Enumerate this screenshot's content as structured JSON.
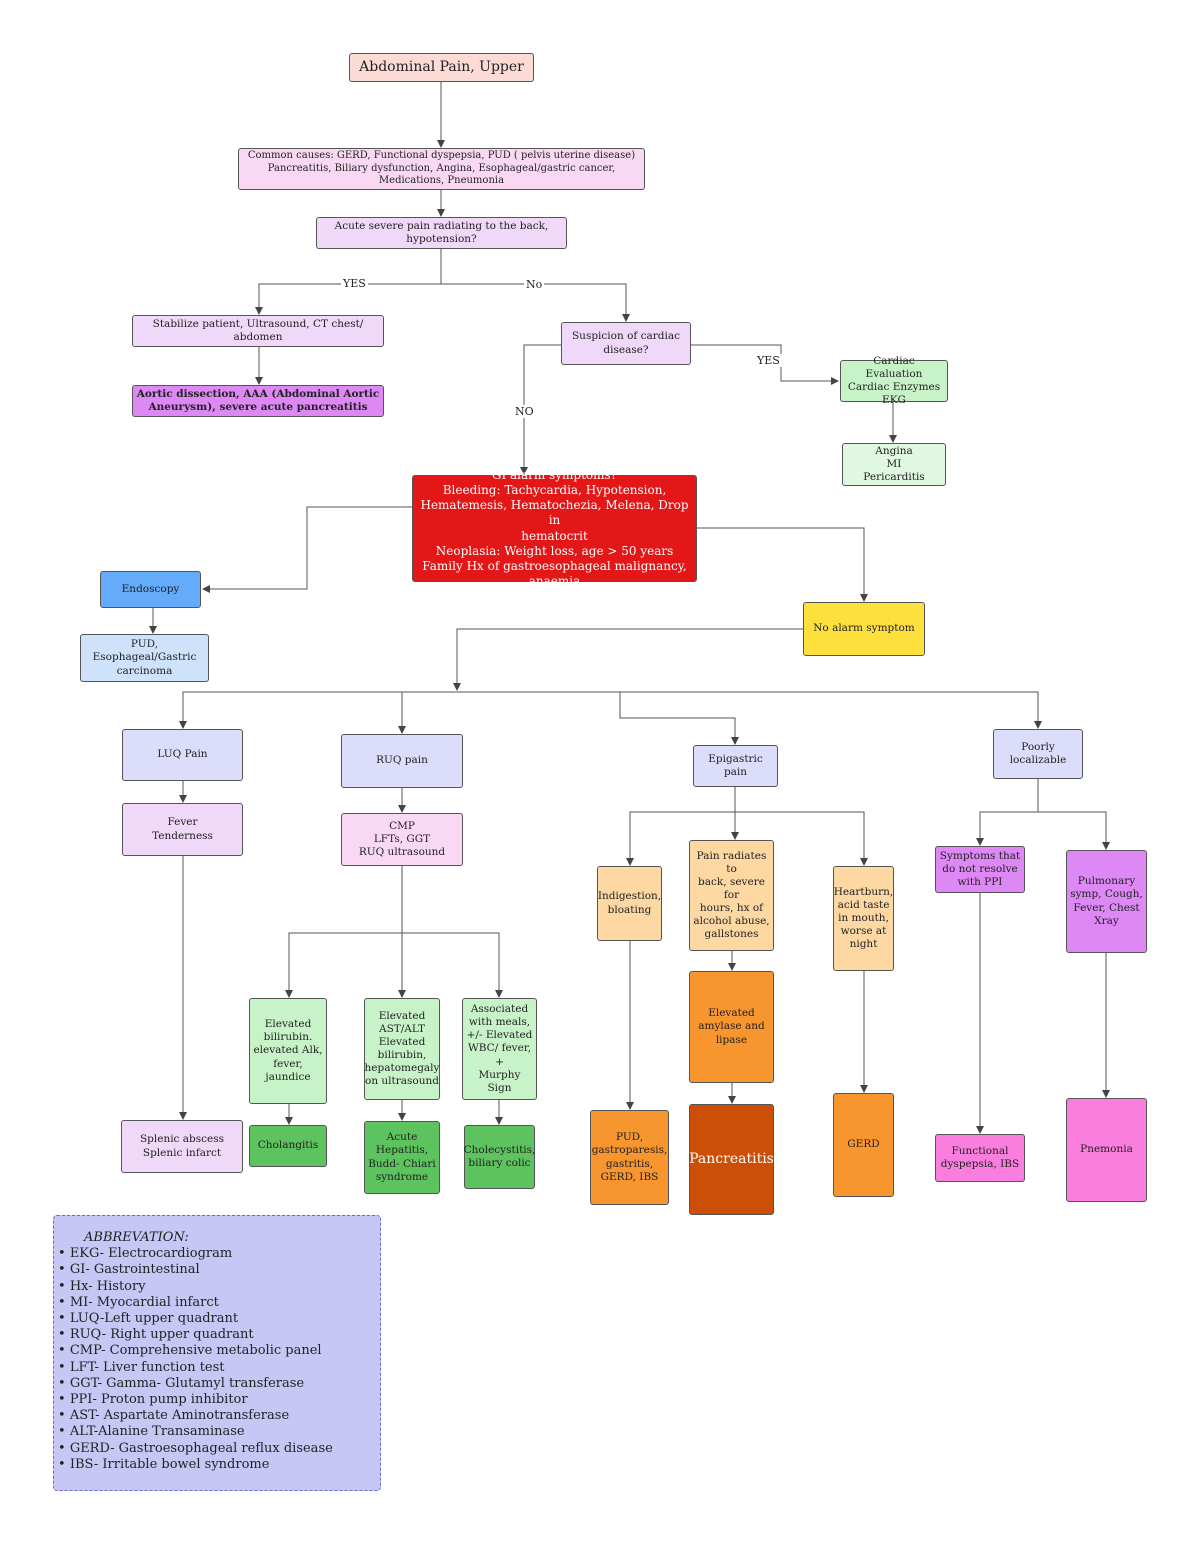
{
  "colors": {
    "pink_light": "#fcdad6",
    "pink": "#f9d8f4",
    "lavender": "#efd8f8",
    "purple": "#dd88f5",
    "green_light": "#c8f3c9",
    "green_pale": "#e0f7e0",
    "red": "#e31717",
    "blue": "#64abf9",
    "blue_light": "#cfe2fb",
    "yellow": "#fee03d",
    "periwinkle": "#dcdcfb",
    "green": "#5cc35e",
    "peach": "#fdd8a3",
    "orange": "#f7952f",
    "dark_orange": "#cc4f08",
    "magenta": "#f97edd",
    "abbr_bg": "#c7c7f6"
  },
  "nodes": {
    "root": "Abdominal Pain, Upper",
    "causes": "Common causes: GERD, Functional dyspepsia,  PUD ( pelvis uterine disease)\nPancreatitis,  Biliary dysfunction, Angina,  Esophageal/gastric cancer,\nMedications,  Pneumonia",
    "acute": "Acute severe pain radiating to the back,\nhypotension?",
    "stabilize": "Stabilize patient, Ultrasound, CT chest/ abdomen",
    "aortic": "Aortic dissection, AAA (Abdominal Aortic\nAneurysm), severe acute pancreatitis",
    "cardiac_q": "Suspicion of cardiac\ndisease?",
    "cardiac_eval": "Cardiac Evaluation\nCardiac Enzymes\nEKG",
    "angina": "Angina\nMI\nPericarditis",
    "gi_alarm": "GI alarm symptoms?\nBleeding:  Tachycardia,  Hypotension,\nHematemesis, Hematochezia, Melena, Drop in\nhematocrit\nNeoplasia: Weight loss,  age > 50 years\nFamily Hx of gastroesophageal  malignancy,\nanaemia",
    "endoscopy": "Endoscopy",
    "pud_carcinoma": "PUD,\nEsophageal/Gastric\ncarcinoma",
    "no_alarm": "No  alarm symptom",
    "luq": "LUQ Pain",
    "ruq": "RUQ pain",
    "epigastric": "Epigastric pain",
    "poorly": "Poorly localizable",
    "fever": "Fever\nTenderness",
    "cmp": "CMP\nLFTs, GGT\nRUQ ultrasound",
    "splenic": "Splenic abscess\nSplenic infarct",
    "elev_bili": "Elevated\nbilirubin.\nelevated Alk,\nfever, jaundice",
    "elev_ast": "Elevated\nAST/ALT\nElevated\nbilirubin,\nhepatomegaly\non ultrasound",
    "assoc_meals": "Associated\nwith meals,\n+/- Elevated\nWBC/ fever, +\nMurphy Sign",
    "cholangitis": "Cholangitis",
    "hepatitis": "Acute\nHepatitis,\nBudd- Chiari\nsyndrome",
    "cholecystitis": "Cholecystitis,\nbiliary colic",
    "indigestion": "Indigestion,\nbloating",
    "pain_radiates": "Pain radiates to\nback, severe for\nhours, hx of\nalcohol abuse,\ngallstones",
    "heartburn": "Heartburn,\nacid taste\nin mouth,\nworse at\nnight",
    "amylase": "Elevated\namylase and\nlipase",
    "pud_gastro": "PUD,\ngastroparesis,\ngastritis,\nGERD, IBS",
    "pancreatitis": "Pancreatitis",
    "gerd": "GERD",
    "symptoms_ppi": "Symptoms that\ndo not resolve\nwith PPI",
    "pulmonary": "Pulmonary\nsymp, Cough,\nFever, Chest\nXray",
    "functional": "Functional\ndyspepsia, IBS",
    "pnemonia": "Pnemonia"
  },
  "edge_labels": {
    "yes1": "YES",
    "no1": "No",
    "yes2": "YES",
    "no2": "NO"
  },
  "abbreviations": {
    "title": "ABBREVATION:",
    "items": [
      "EKG-  Electrocardiogram",
      "GI- Gastrointestinal",
      "Hx- History",
      "MI- Myocardial infarct",
      "LUQ-Left upper quadrant",
      "RUQ- Right upper quadrant",
      "CMP- Comprehensive metabolic panel",
      "LFT- Liver function test",
      "GGT- Gamma- Glutamyl transferase",
      "PPI- Proton pump inhibitor",
      "AST- Aspartate Aminotransferase",
      "ALT-Alanine Transaminase",
      "GERD- Gastroesophageal reflux disease",
      "IBS- Irritable bowel syndrome"
    ]
  }
}
